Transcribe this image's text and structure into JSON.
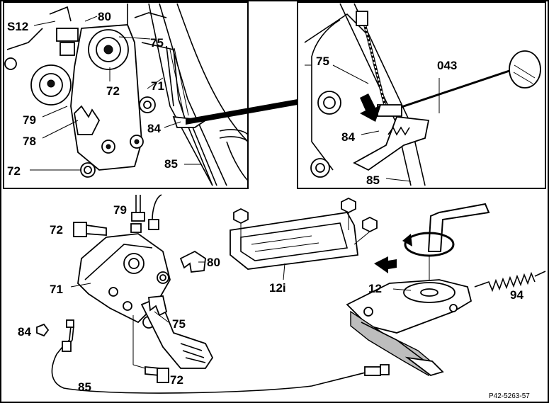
{
  "diagram": {
    "labels": {
      "s12": "S12",
      "n80_top": "80",
      "n75_top": "75",
      "n72_top": "72",
      "n71_top": "71",
      "n79_top": "79",
      "n78_top": "78",
      "n84_top": "84",
      "n72_left": "72",
      "n85_top": "85",
      "n75_detail": "75",
      "n043": "043",
      "n84_detail": "84",
      "n85_detail": "85",
      "n79_bottom": "79",
      "n72_bottom_left": "72",
      "n80_bottom": "80",
      "n71_bottom": "71",
      "n84_bottom": "84",
      "n75_bottom": "75",
      "n72_bottom": "72",
      "n85_bottom": "85",
      "n12i": "12i",
      "n12": "12",
      "n94": "94"
    },
    "reference_code": "P42-5263-57"
  }
}
